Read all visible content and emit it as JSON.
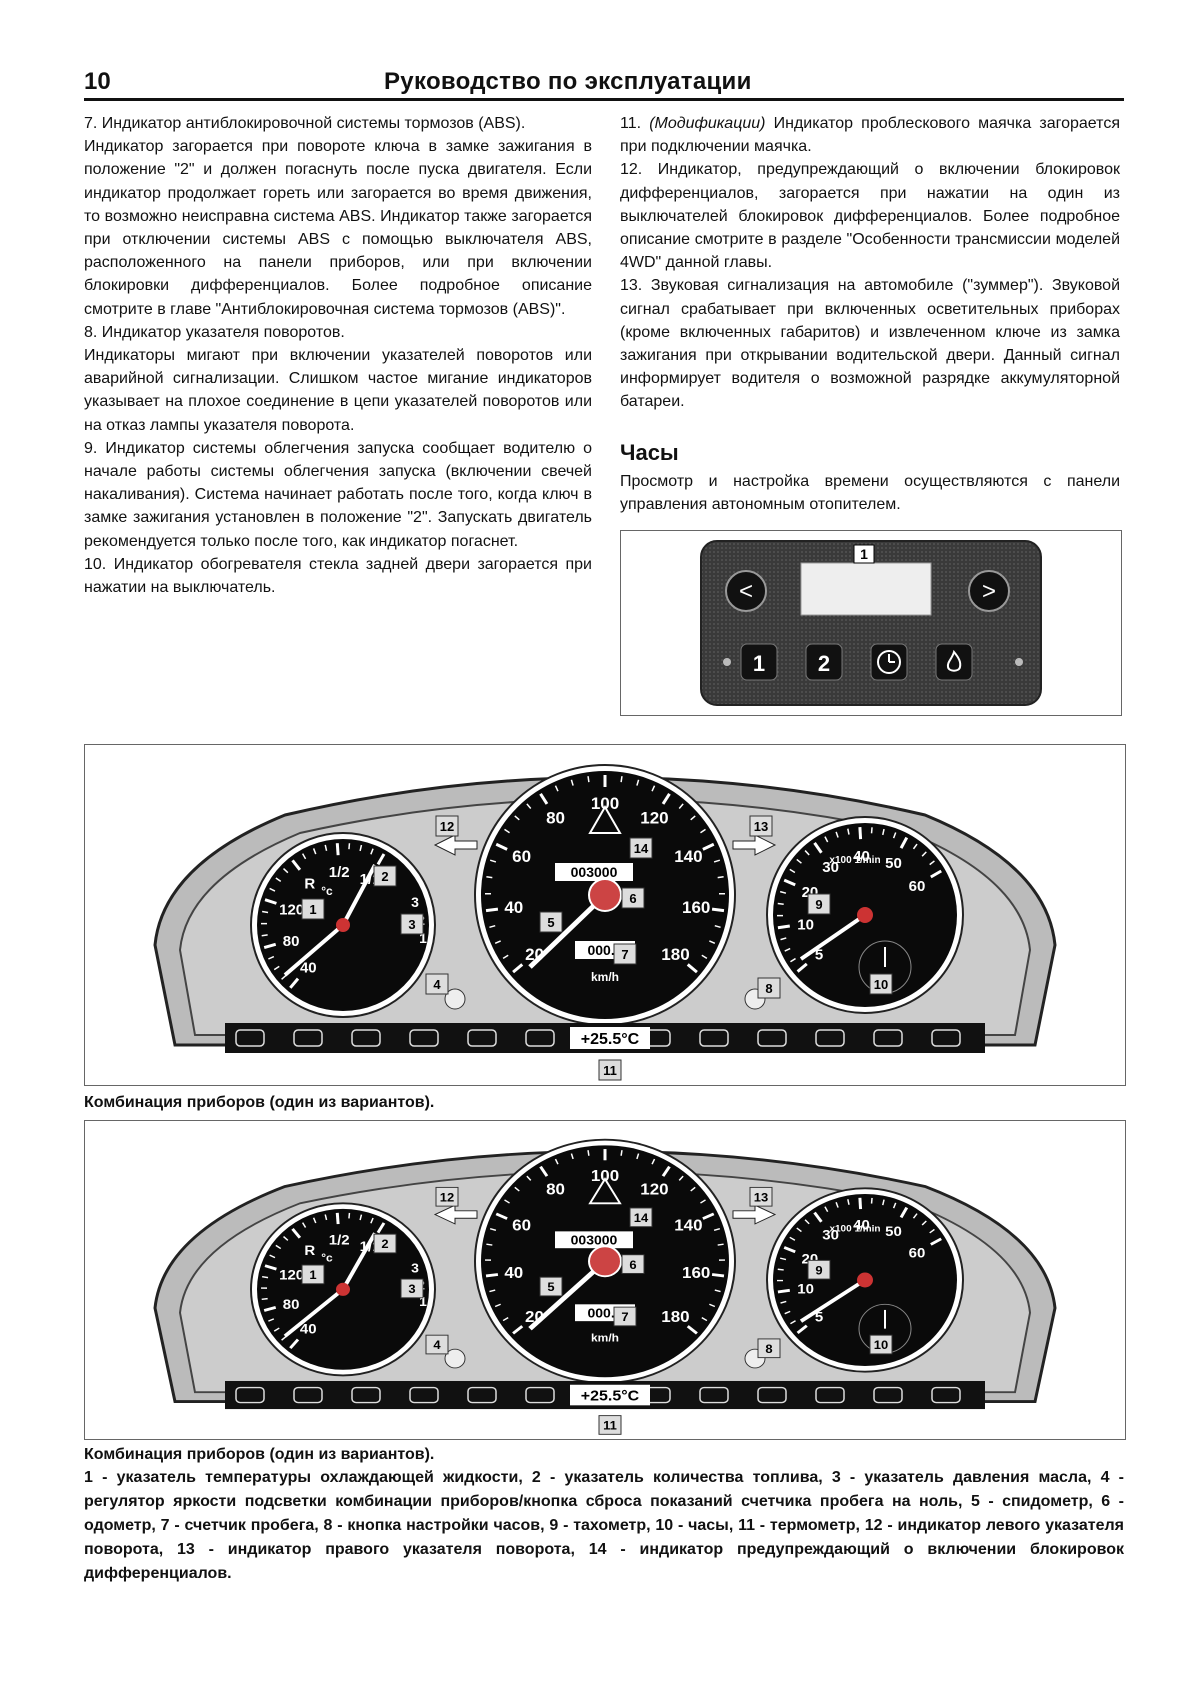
{
  "header": {
    "page_number": "10",
    "title": "Руководство по эксплуатации"
  },
  "left_column": [
    "7. Индикатор антиблокировочной системы тормозов (ABS).",
    "Индикатор загорается при повороте ключа в замке зажигания в положение \"2\" и должен погаснуть после пуска двигателя. Если индикатор продолжает гореть или загорается во время движения, то возможно неисправна система ABS. Индикатор также загорается при отключении системы ABS с помощью выключателя ABS, расположенного на панели приборов, или при включении блокировки дифференциалов. Более подробное описание смотрите в главе \"Антиблокировочная система тормозов (ABS)\".",
    "8. Индикатор указателя поворотов.",
    "Индикаторы мигают при включении указателей поворотов или аварийной сигнализации. Слишком частое мигание индикаторов указывает на плохое соединение в цепи указателей поворотов или на отказ лампы указателя поворота.",
    "9. Индикатор системы облегчения запуска сообщает водителю о начале работы системы облегчения запуска (включении свечей накаливания). Система начинает работать после того, когда ключ в замке зажигания установлен в положение \"2\". Запускать двигатель рекомендуется только после того, как индикатор погаснет.",
    "10. Индикатор обогревателя стекла задней двери загорается при нажатии на выключатель."
  ],
  "right_column": {
    "item11_num": "11.",
    "item11_italic": "(Модификации)",
    "item11_rest": "Индикатор проблескового маячка загорается при подключении маячка.",
    "item12": "12. Индикатор, предупреждающий о включении блокировок дифференциалов, загорается при нажатии на один из выключателей блокировок дифференциалов. Более подробное описание смотрите в разделе \"Особенности трансмиссии моделей 4WD\" данной главы.",
    "item13": "13. Звуковая сигнализация на автомобиле (\"зуммер\"). Звуковой сигнал срабатывает при включенных осветительных приборах (кроме включенных габаритов) и извлеченном ключе из замка зажигания при открывании водительской двери. Данный сигнал информирует водителя о возможной разрядке аккумуляторной батареи."
  },
  "clock_section": {
    "title": "Часы",
    "text": "Просмотр и настройка времени осуществляются с панели управления автономным отопителем.",
    "panel": {
      "label": "1",
      "btn1": "1",
      "btn2": "2",
      "left_arrow": "<",
      "right_arrow": ">"
    }
  },
  "cluster": {
    "speed_ticks": [
      "20",
      "40",
      "60",
      "80",
      "100",
      "120",
      "140",
      "160",
      "180"
    ],
    "speed_unit": "km/h",
    "tacho_ticks": [
      "5",
      "10",
      "20",
      "30",
      "40",
      "50",
      "60"
    ],
    "tacho_unit": "x100 1/min",
    "temp_ticks": [
      "40",
      "80",
      "120"
    ],
    "temp_unit": "°c",
    "fuel_ticks": [
      "R",
      "1/2",
      "1/1"
    ],
    "oil_ticks": [
      "3",
      "2",
      "1"
    ],
    "thermometer": "+25.5°C",
    "odometer": "003000",
    "trip": "000.0",
    "callouts": [
      "1",
      "2",
      "3",
      "4",
      "5",
      "6",
      "7",
      "8",
      "9",
      "10",
      "11",
      "12",
      "13",
      "14"
    ]
  },
  "captions": {
    "fig1": "Комбинация приборов (один из вариантов).",
    "fig2": "Комбинация приборов (один из вариантов)."
  },
  "legend": "1 - указатель температуры охлаждающей жидкости, 2 - указатель количества топлива, 3 - указатель давления масла, 4 - регулятор яркости подсветки комбинации приборов/кнопка сброса показаний счетчика пробега на ноль, 5 - спидометр, 6 - одометр, 7 - счетчик пробега, 8 - кнопка настройки часов, 9 - тахометр, 10 - часы, 11 - термометр, 12 - индикатор левого указателя поворота, 13 - индикатор правого указателя поворота, 14 - индикатор предупреждающий о включении блокировок дифференциалов."
}
